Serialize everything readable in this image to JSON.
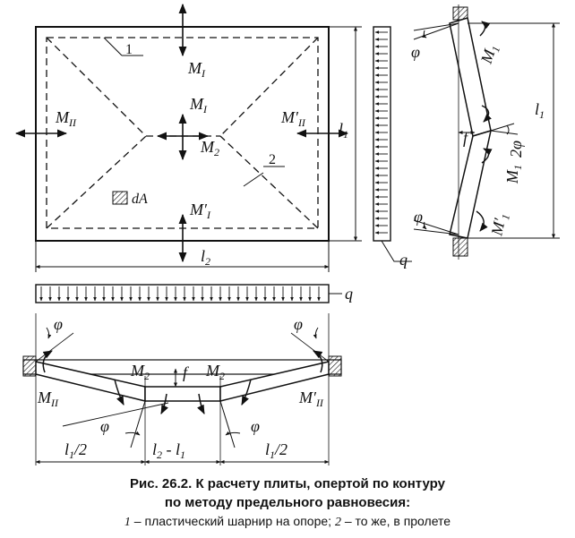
{
  "caption": {
    "line1": "Рис. 26.2. К расчету плиты, опертой по контуру",
    "line2": "по методу предельного равновесия:",
    "legend": {
      "n1": "1",
      "t1": " – пластический шарнир на опоре; ",
      "n2": "2",
      "t2": " – то же, в пролете"
    }
  },
  "plan": {
    "callout1": "1",
    "callout2": "2",
    "m_top": "M",
    "m_top_sub": "I",
    "m_center": "M",
    "m_center_sub": "I",
    "m2": "M",
    "m2_sub": "2",
    "m_left": "M",
    "m_left_sub": "II",
    "m_right": "M′",
    "m_right_sub": "II",
    "m_bottom": "M′",
    "m_bottom_sub": "I",
    "da": "dA",
    "dim_l1": "l",
    "dim_l1_sub": "1",
    "dim_l2": "l",
    "dim_l2_sub": "2"
  },
  "load_vertical": {
    "q": "q"
  },
  "section_right": {
    "phi_top": "φ",
    "m1_top": "M",
    "m1_top_sub": "1",
    "two_phi": "2φ",
    "f": "f",
    "l1": "l",
    "l1_sub": "1",
    "m1_mid": "M",
    "m1_mid_sub": "1",
    "phi_bottom": "φ",
    "m1_bottom": "M′",
    "m1_bottom_sub": "1"
  },
  "section_bottom": {
    "q": "q",
    "phi_left": "φ",
    "phi_right": "φ",
    "m_left": "M",
    "m_left_sub": "II",
    "m_right": "M′",
    "m_right_sub": "II",
    "m2_left": "M",
    "m2_left_sub": "2",
    "m2_right": "M",
    "m2_right_sub": "2",
    "f": "f",
    "phi_low_left": "φ",
    "phi_low_right": "φ",
    "dim_left": "l",
    "dim_left_sub": "1",
    "dim_left_rest": "/2",
    "dim_mid_a": "l",
    "dim_mid_a_sub": "2",
    "dim_mid_op": " - ",
    "dim_mid_b": "l",
    "dim_mid_b_sub": "1",
    "dim_right": "l",
    "dim_right_sub": "1",
    "dim_right_rest": "/2"
  }
}
